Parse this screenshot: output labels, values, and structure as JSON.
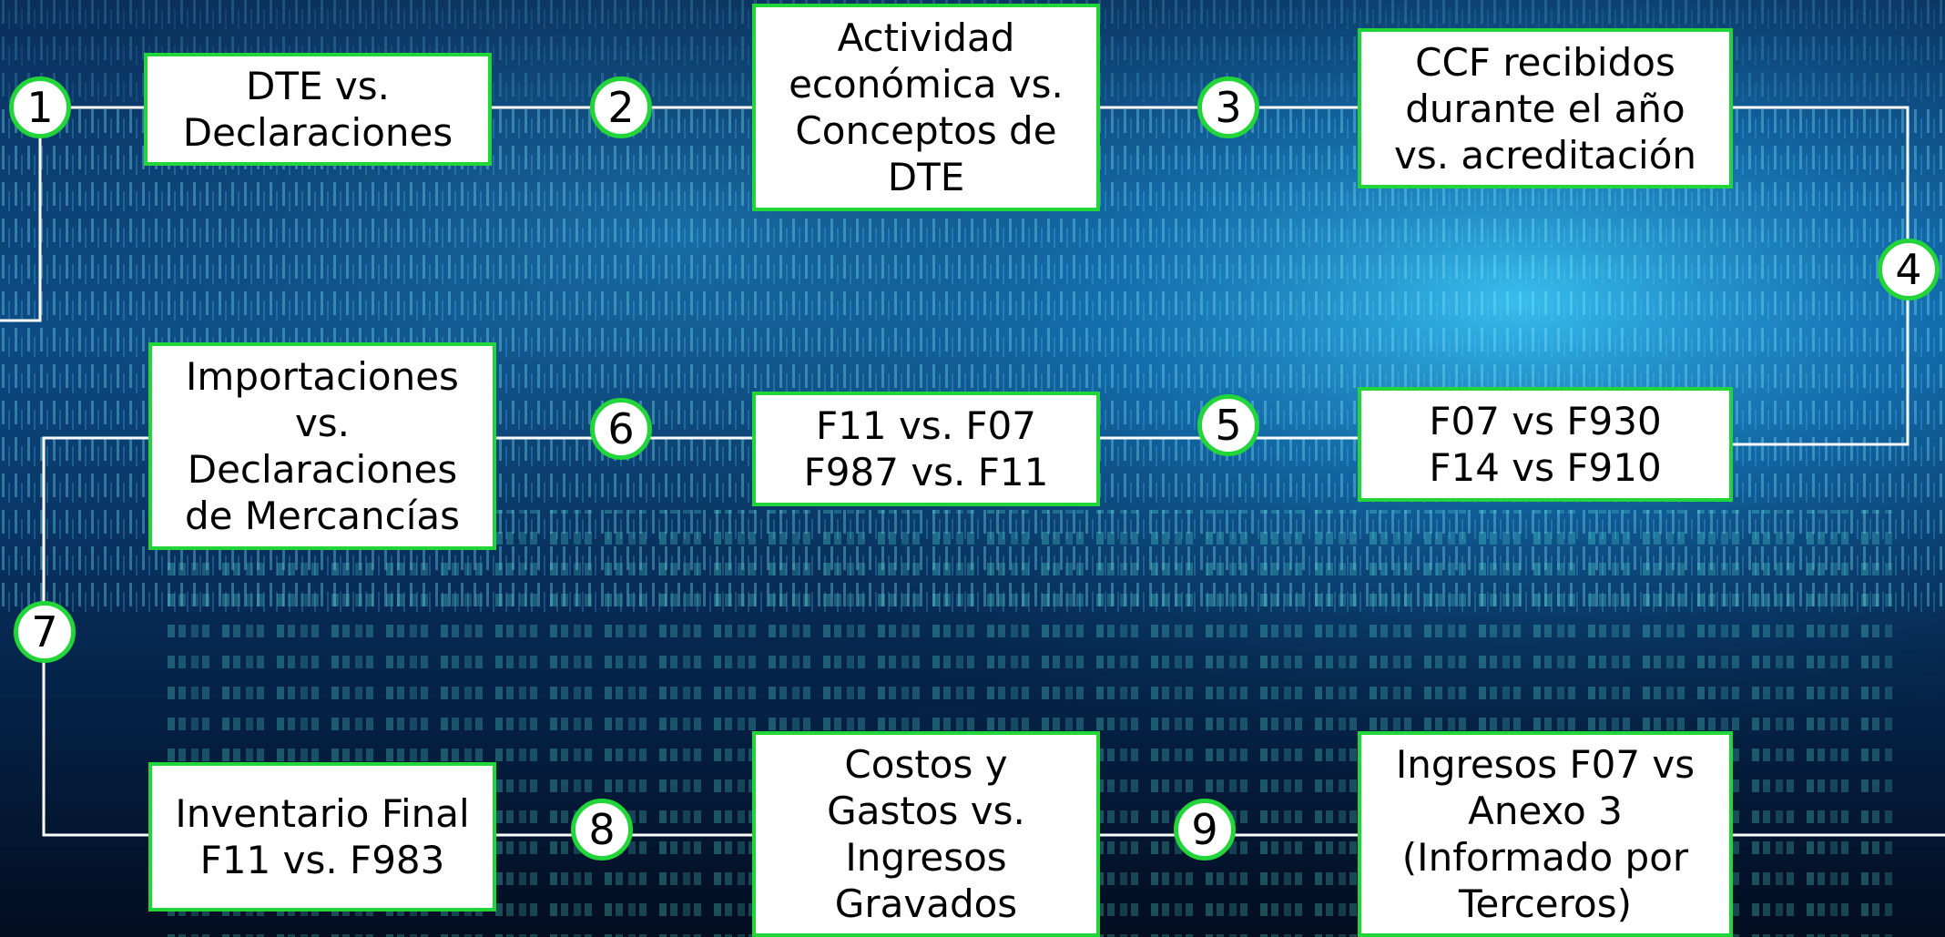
{
  "steps": [
    {
      "number": "1",
      "text": "DTE vs.\nDeclaraciones"
    },
    {
      "number": "2",
      "text": "Actividad\neconómica vs.\nConceptos de\nDTE"
    },
    {
      "number": "3",
      "text": "CCF recibidos\ndurante el año\nvs. acreditación"
    },
    {
      "number": "4",
      "text": "F07 vs F930\nF14 vs F910"
    },
    {
      "number": "5",
      "text": "F11 vs. F07\nF987 vs. F11"
    },
    {
      "number": "6",
      "text": "Importaciones\nvs.\nDeclaraciones\nde Mercancías"
    },
    {
      "number": "7",
      "text": "Inventario Final\nF11 vs. F983"
    },
    {
      "number": "8",
      "text": "Costos y\nGastos vs.\nIngresos\nGravados"
    },
    {
      "number": "9",
      "text": "Ingresos F07 vs\nAnexo 3\n(Informado por\nTerceros)"
    }
  ],
  "colors": {
    "accent": "#22d63a",
    "box_background": "#ffffff",
    "background_dark": "#03122a",
    "background_glow": "#1a8fd6",
    "connector": "#ffffff"
  }
}
